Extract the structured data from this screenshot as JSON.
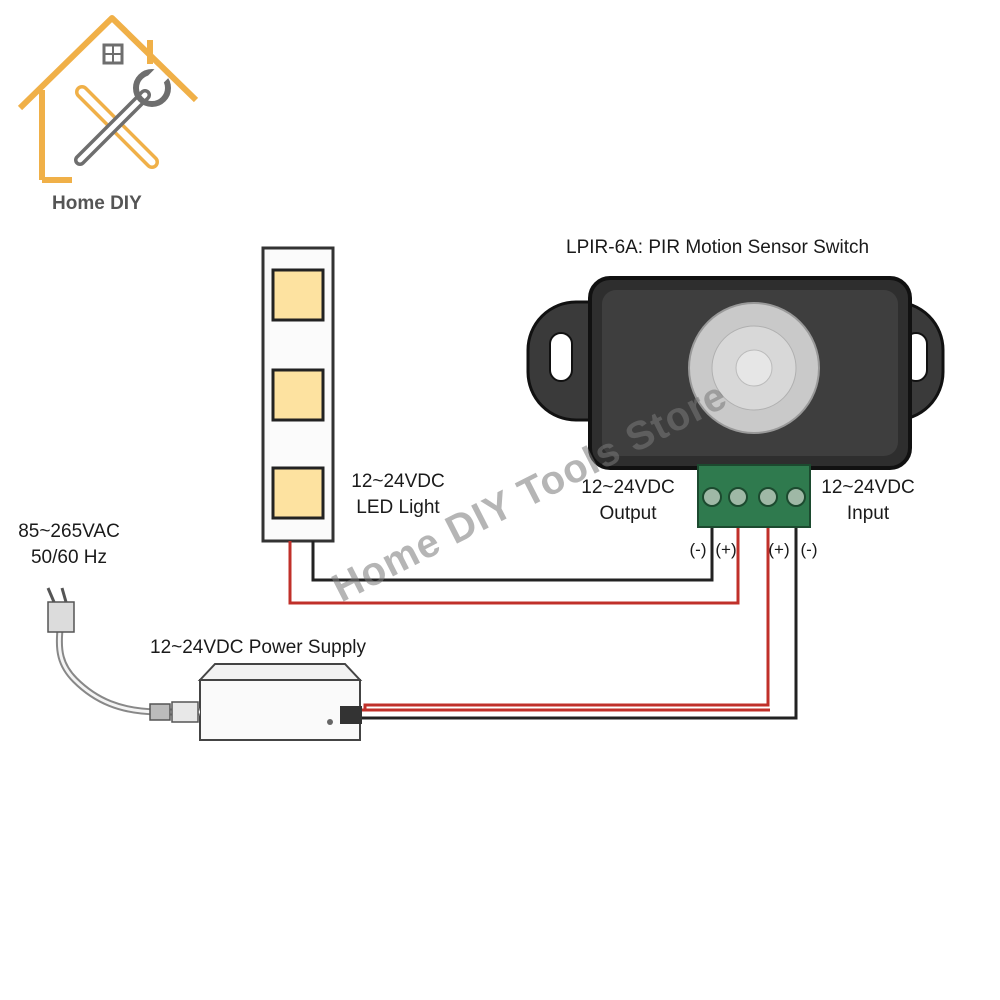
{
  "brand": {
    "name": "Home DIY",
    "accent": "#f0b048",
    "icon_color": "#6e6e6e"
  },
  "watermark": "Home DIY Tools Store",
  "device": {
    "title": "LPIR-6A: PIR Motion Sensor Switch"
  },
  "led": {
    "label_line1": "12~24VDC",
    "label_line2": "LED Light",
    "chip_color": "#fde2a0"
  },
  "output": {
    "line1": "12~24VDC",
    "line2": "Output"
  },
  "input": {
    "line1": "12~24VDC",
    "line2": "Input"
  },
  "terminals": {
    "t1": "(-)",
    "t2": "(+)",
    "t3": "(+)",
    "t4": "(-)"
  },
  "mains": {
    "line1": "85~265VAC",
    "line2": "50/60 Hz"
  },
  "psu": {
    "label": "12~24VDC Power Supply"
  },
  "wire_colors": {
    "positive": "#c0302a",
    "negative": "#222222",
    "terminal_block": "#2f7a4e"
  }
}
